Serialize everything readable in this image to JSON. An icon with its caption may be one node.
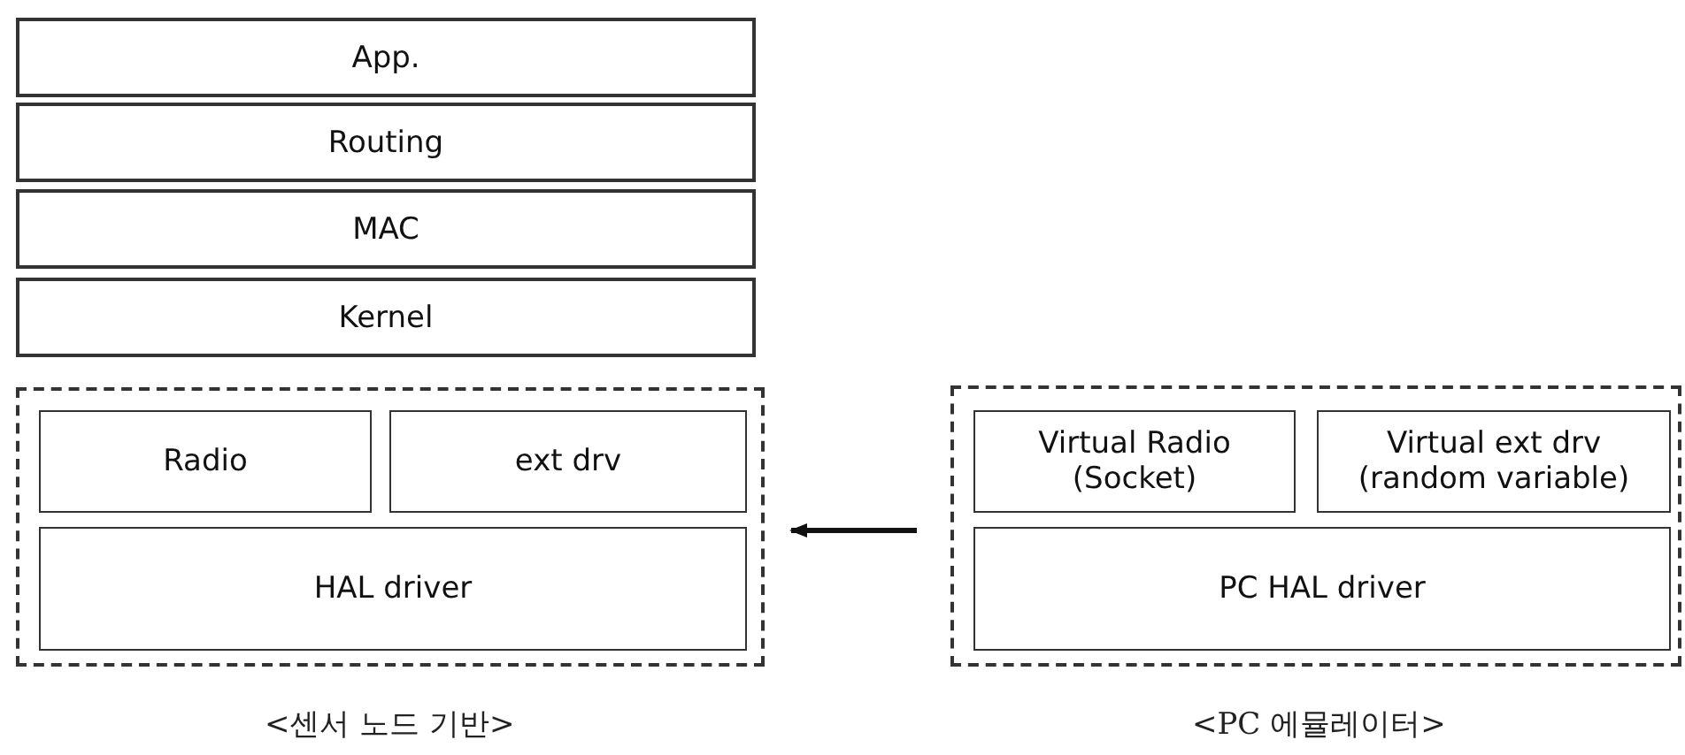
{
  "diagram": {
    "nodes": [
      {
        "text": [
          "App."
        ]
      },
      {
        "text": [
          "Routing"
        ]
      },
      {
        "text": [
          "MAC"
        ]
      },
      {
        "text": [
          "Kernel"
        ]
      },
      {
        "text": [],
        "shape": "box",
        "beside": [
          "<센서 노드 기반>"
        ]
      },
      {
        "text": [
          "Radio"
        ],
        "in": 4
      },
      {
        "text": [
          "ext drv"
        ],
        "in": 4
      },
      {
        "text": [
          "HAL driver"
        ],
        "in": 4
      },
      {
        "text": [],
        "shape": "box",
        "beside": [
          "<PC 에뮬레이터>"
        ]
      },
      {
        "text": [
          "Virtual Radio (Socket)"
        ],
        "in": 8
      },
      {
        "text": [
          "Virtual ext drv (random variable)"
        ],
        "in": 8
      },
      {
        "text": [
          "PC HAL driver"
        ],
        "in": 8
      }
    ],
    "edges": [
      {
        "from": 8,
        "to": 4,
        "arrow": "to"
      }
    ]
  }
}
